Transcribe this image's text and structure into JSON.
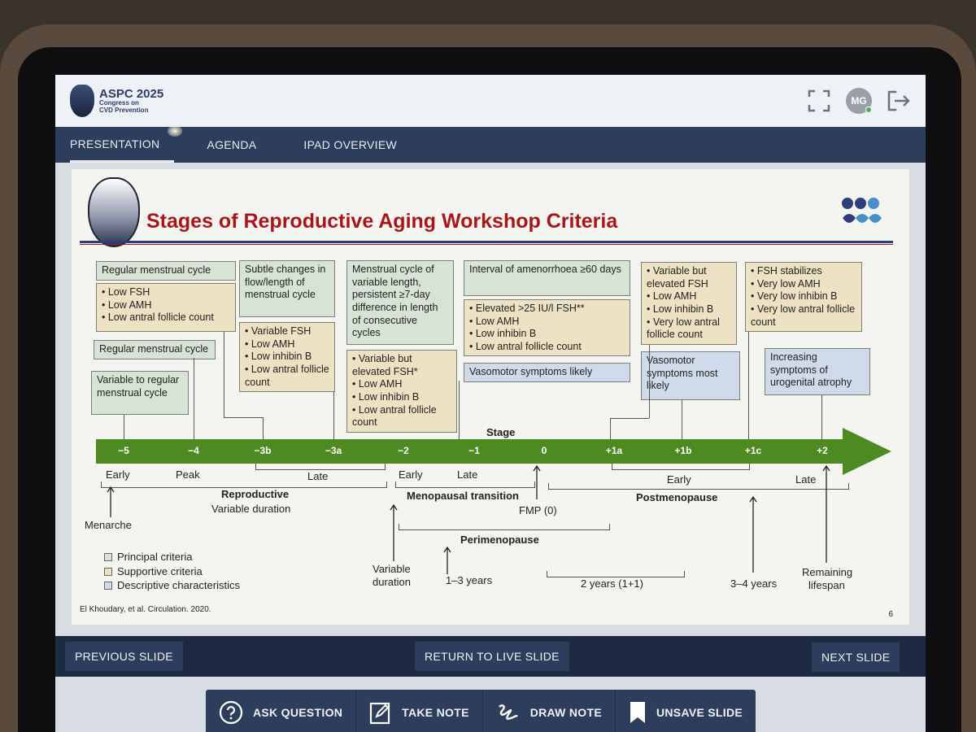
{
  "app": {
    "logo_title": "ASPC 2025",
    "logo_sub_line1": "Congress on",
    "logo_sub_line2": "CVD Prevention",
    "avatar_initials": "MG"
  },
  "icons": {
    "fullscreen": "fullscreen-icon",
    "logout": "logout-icon",
    "question": "question-icon",
    "note": "note-icon",
    "draw": "draw-icon",
    "bookmark": "bookmark-icon"
  },
  "nav": {
    "tabs": [
      {
        "label": "PRESENTATION"
      },
      {
        "label": "AGENDA"
      },
      {
        "label": "IPAD OVERVIEW"
      }
    ]
  },
  "slide": {
    "title": "Stages of Reproductive Aging Workshop Criteria",
    "stage_title": "Stage",
    "stages": [
      "−5",
      "−4",
      "−3b",
      "−3a",
      "−2",
      "−1",
      "0",
      "+1a",
      "+1b",
      "+1c",
      "+2"
    ],
    "boxes": {
      "regular_cycle_top": "Regular menstrual cycle",
      "regular_hormones": [
        "Low FSH",
        "Low AMH",
        "Low antral follicle count"
      ],
      "regular_cycle_mid": "Regular menstrual cycle",
      "variable_regular": "Variable to regular menstrual cycle",
      "subtle_changes": "Subtle changes in flow/length of menstrual cycle",
      "variable_fsh": [
        "Variable FSH",
        "Low AMH",
        "Low inhibin B",
        "Low antral follicle count"
      ],
      "menstrual_variable": "Menstrual cycle of variable length, persistent ≥7-day difference in length of consecutive cycles",
      "variable_elevated": [
        "Variable but elevated  FSH*",
        "Low AMH",
        "Low inhibin B",
        "Low antral follicle count"
      ],
      "amenorrhoea": "Interval of amenorrhoea ≥60 days",
      "elevated_fsh": [
        "Elevated >25 IU/l FSH**",
        "Low AMH",
        "Low inhibin B",
        "Low antral follicle count"
      ],
      "vasomotor_likely": "Vasomotor symptoms likely",
      "variable_but_elevated": [
        "Variable but elevated FSH",
        "Low AMH",
        "Low inhibin B",
        "Very low antral follicle count"
      ],
      "vasomotor_most_likely": "Vasomotor symptoms most likely",
      "fsh_stabilizes": [
        "FSH stabilizes",
        "Very low AMH",
        "Very low inhibin B",
        "Very low antral follicle count"
      ],
      "urogenital": "Increasing symptoms of urogenital atrophy"
    },
    "labels": {
      "early": "Early",
      "peak": "Peak",
      "late": "Late",
      "reproductive": "Reproductive",
      "variable_duration": "Variable duration",
      "transition_early": "Early",
      "transition_late": "Late",
      "menopausal_transition": "Menopausal transition",
      "fmp": "FMP (0)",
      "post_early": "Early",
      "post_late": "Late",
      "postmenopause": "Postmenopause",
      "menarche": "Menarche",
      "perimenopause": "Perimenopause",
      "variable_duration_2_line1": "Variable",
      "variable_duration_2_line2": "duration",
      "years_1_3": "1–3 years",
      "years_2": "2 years (1+1)",
      "years_3_4": "3–4 years",
      "remaining_line1": "Remaining",
      "remaining_line2": "lifespan"
    },
    "legend": [
      "Principal criteria",
      "Supportive criteria",
      "Descriptive characteristics"
    ],
    "citation": "El Khoudary, et al. Circulation. 2020.",
    "page_number": "6"
  },
  "slide_nav": {
    "previous": "PREVIOUS SLIDE",
    "return_live": "RETURN TO LIVE SLIDE",
    "next": "NEXT SLIDE"
  },
  "toolbar": {
    "ask_question": "ASK QUESTION",
    "take_note": "TAKE NOTE",
    "draw_note": "DRAW NOTE",
    "unsave_slide": "UNSAVE SLIDE"
  },
  "colors": {
    "nav_bg": "#2d3e5c",
    "title_red": "#a8161b",
    "stage_green": "#4d8a22",
    "principal": "#d7e3d4",
    "supportive": "#ede2c3",
    "descriptive": "#cfdbea"
  }
}
